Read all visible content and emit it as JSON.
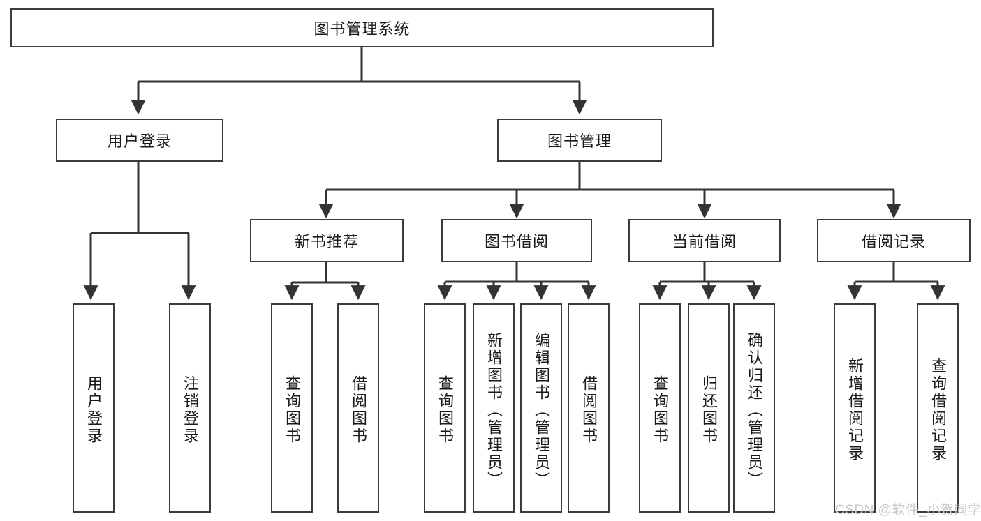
{
  "diagram": {
    "type": "tree",
    "title": "图书管理系统",
    "root": {
      "label": "图书管理系统"
    },
    "level1": [
      {
        "label": "用户登录"
      },
      {
        "label": "图书管理"
      }
    ],
    "level2": [
      {
        "label": "新书推荐"
      },
      {
        "label": "图书借阅"
      },
      {
        "label": "当前借阅"
      },
      {
        "label": "借阅记录"
      }
    ],
    "leaves": {
      "user_login": [
        {
          "label": "用户登录"
        },
        {
          "label": "注销登录"
        }
      ],
      "new_book_recommend": [
        {
          "label": "查询图书"
        },
        {
          "label": "借阅图书"
        }
      ],
      "book_borrow": [
        {
          "label": "查询图书"
        },
        {
          "label": "新增图书（管理员）"
        },
        {
          "label": "编辑图书（管理员）"
        },
        {
          "label": "借阅图书"
        }
      ],
      "current_borrow": [
        {
          "label": "查询图书"
        },
        {
          "label": "归还图书"
        },
        {
          "label": "确认归还（管理员）"
        }
      ],
      "borrow_record": [
        {
          "label": "新增借阅记录"
        },
        {
          "label": "查询借阅记录"
        }
      ]
    }
  },
  "watermark": {
    "text": "CSDN @软件_小贺同学"
  },
  "colors": {
    "border": "#3b3b3b",
    "connector": "#333333",
    "background": "#ffffff",
    "text": "#1a1a1a",
    "watermark": "#c9c9c9"
  }
}
